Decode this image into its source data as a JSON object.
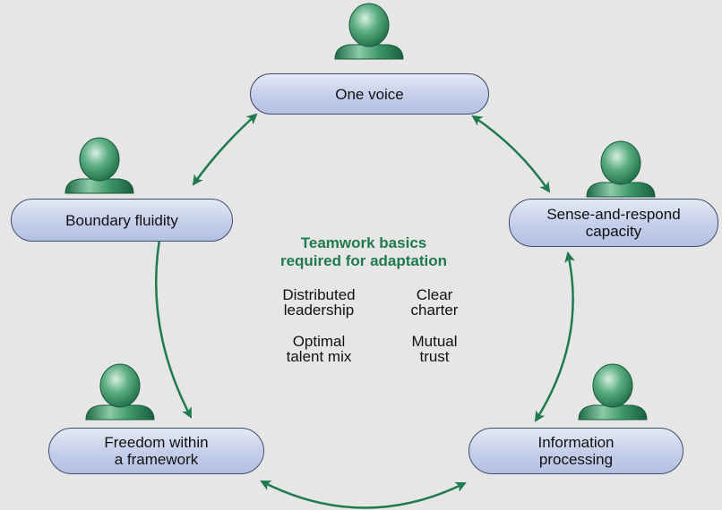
{
  "nodes": {
    "top": {
      "label": "One voice"
    },
    "left": {
      "label": "Boundary fluidity"
    },
    "right": {
      "label": "Sense-and-respond\ncapacity"
    },
    "bottom_left": {
      "label": "Freedom within\na framework"
    },
    "bottom_right": {
      "label": "Information\nprocessing"
    }
  },
  "center": {
    "title": "Teamwork basics\nrequired for adaptation",
    "basics": [
      "Distributed\nleadership",
      "Clear\ncharter",
      "Optimal\ntalent mix",
      "Mutual\ntrust"
    ]
  },
  "colors": {
    "background": "#e6e6e6",
    "accent_green": "#1f7a4f",
    "pill_border": "#3e4e6c",
    "person_icon": "#2e8a5e"
  },
  "icons": {
    "person": "person-icon",
    "arrow": "double-headed-arrow"
  }
}
